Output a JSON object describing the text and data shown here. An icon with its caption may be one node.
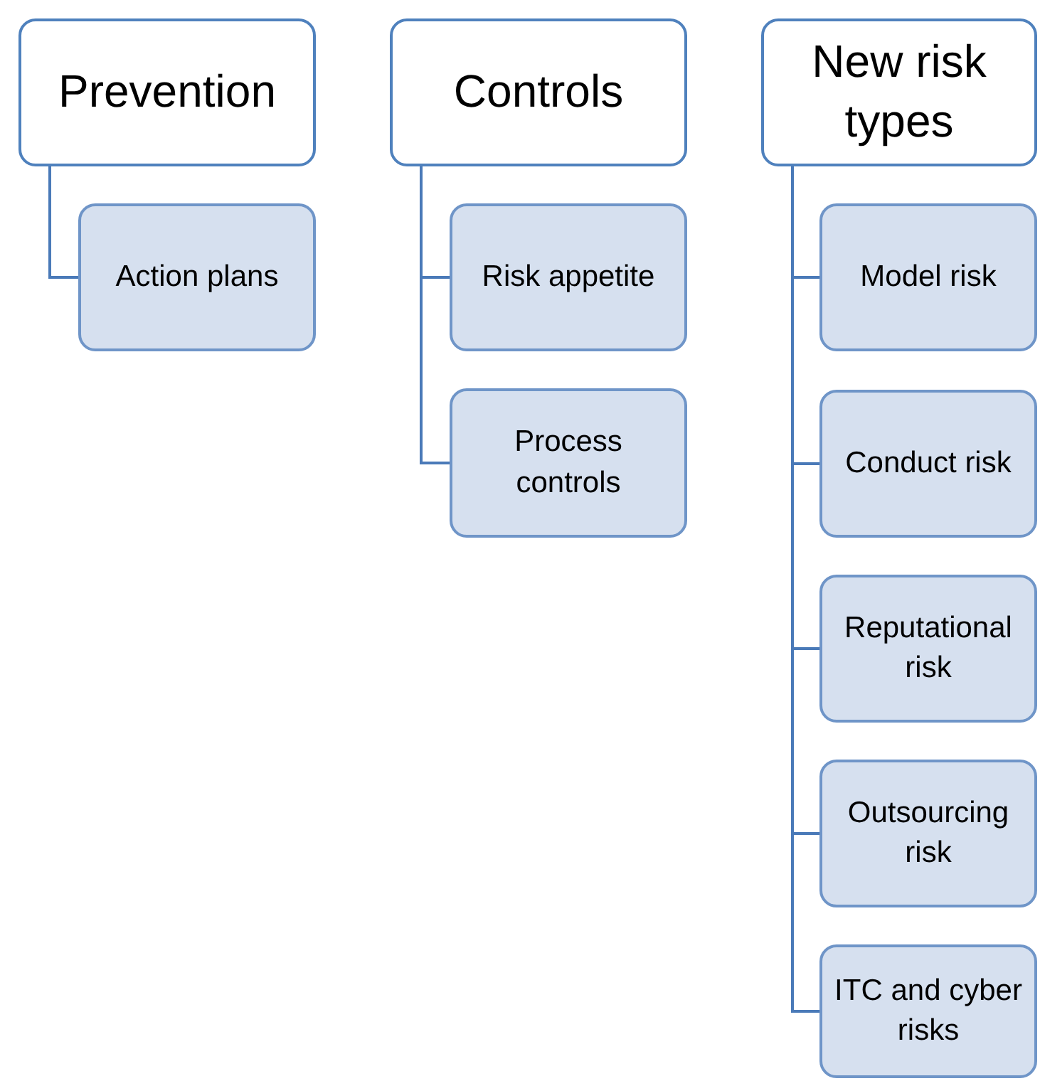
{
  "diagram": {
    "nodes": [
      {
        "text": [
          "Prevention"
        ]
      },
      {
        "text": [
          "Action plans"
        ]
      },
      {
        "text": [
          "Controls"
        ]
      },
      {
        "text": [
          "Risk appetite"
        ]
      },
      {
        "text": [
          "Process controls"
        ]
      },
      {
        "text": [
          "New risk types"
        ]
      },
      {
        "text": [
          "Model risk"
        ]
      },
      {
        "text": [
          "Conduct risk"
        ]
      },
      {
        "text": [
          "Reputational risk"
        ]
      },
      {
        "text": [
          "Outsourcing risk"
        ]
      },
      {
        "text": [
          "ITC and cyber risks"
        ]
      }
    ],
    "edges": [
      {
        "from": 0,
        "to": 1,
        "arrow": "none"
      },
      {
        "from": 2,
        "to": 3,
        "arrow": "none"
      },
      {
        "from": 2,
        "to": 4,
        "arrow": "none"
      },
      {
        "from": 5,
        "to": 6,
        "arrow": "none"
      },
      {
        "from": 5,
        "to": 7,
        "arrow": "none"
      },
      {
        "from": 5,
        "to": 8,
        "arrow": "none"
      },
      {
        "from": 5,
        "to": 9,
        "arrow": "none"
      },
      {
        "from": 5,
        "to": 10,
        "arrow": "none"
      }
    ]
  }
}
